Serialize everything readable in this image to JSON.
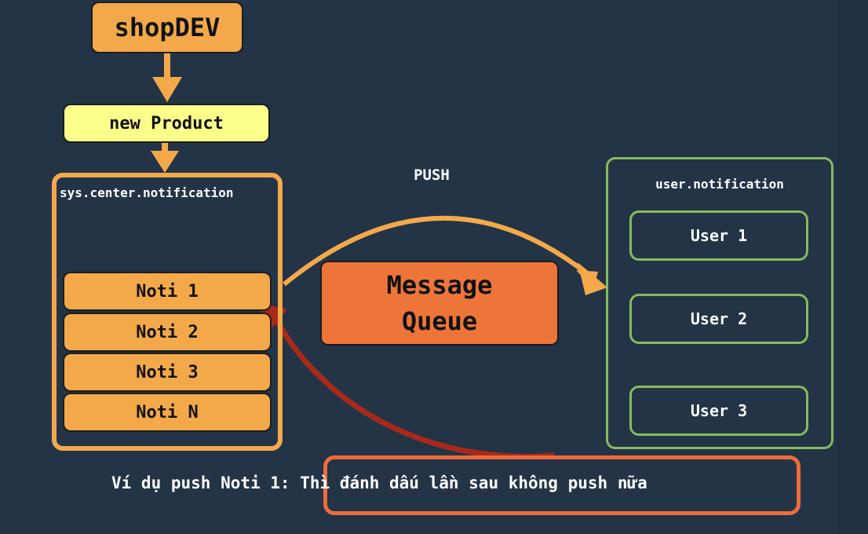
{
  "nodes": {
    "shopdev": "shopDEV",
    "new_product": "new Product",
    "sys_center": "sys.center.notification",
    "notis": [
      "Noti 1",
      "Noti 2",
      "Noti 3",
      "Noti N"
    ],
    "push": "PUSH",
    "message_queue_line1": "Message",
    "message_queue_line2": "Queue",
    "user_notification": "user.notification",
    "users": [
      "User 1",
      "User 2",
      "User 3"
    ]
  },
  "example": {
    "prefix": "Ví dụ push Noti 1:",
    "text": "Thì đánh dấu lần sau không push nữa"
  },
  "colors": {
    "background": "#233447",
    "orange": "#f3a94a",
    "yellow": "#fbff8a",
    "message_queue": "#ee7539",
    "green": "#86bb5c",
    "dark_red_arrow": "#a8291a",
    "example_border": "#ee6b3b"
  }
}
